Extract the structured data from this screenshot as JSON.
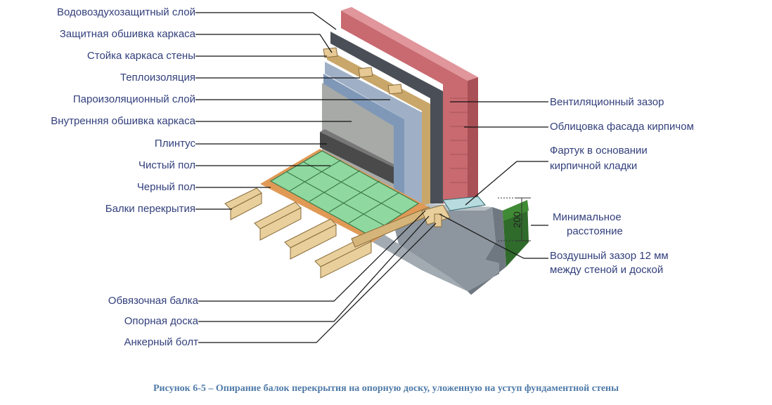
{
  "labels_left": [
    "Водовоздухозащитный слой",
    "Защитная обшивка каркаса",
    "Стойка каркаса стены",
    "Теплоизоляция",
    "Пароизоляционный слой",
    "Внутренняя обшивка каркаса",
    "Плинтус",
    "Чистый пол",
    "Черный пол",
    "Балки перекрытия"
  ],
  "labels_bottom_left": [
    "Обвязочная балка",
    "Опорная доска",
    "Анкерный болт"
  ],
  "labels_right": {
    "ventilation_gap": "Вентиляционный зазор",
    "brick_facade": "Облицовка фасада кирпичом",
    "apron_line1": "Фартук в основании",
    "apron_line2": "кирпичной кладки",
    "min_distance_line1": "Минимальное",
    "min_distance_line2": "расстояние",
    "air_gap_line1": "Воздушный зазор 12 мм",
    "air_gap_line2": "между стеной и доской"
  },
  "dimension_value": "200",
  "caption": "Рисунок 6-5 – Опирание балок перекрытия на опорную доску, уложенную на уступ фундаментной стены",
  "colors": {
    "label_text": "#33407c",
    "caption_text": "#4f7aa8",
    "brick": "#c86a70",
    "tile": "#8fd9a0",
    "wood": "#e8cf9c",
    "concrete": "#9aa3ab"
  }
}
